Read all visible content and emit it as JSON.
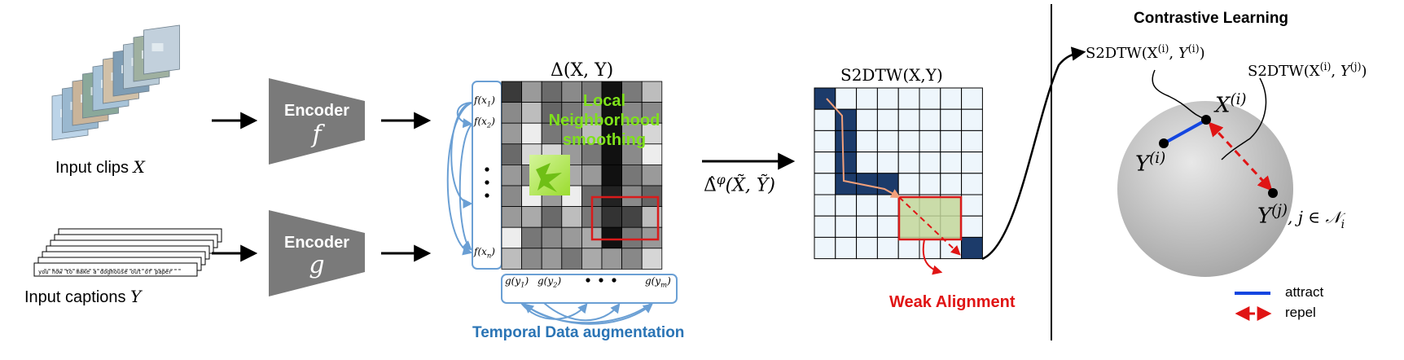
{
  "inputs": {
    "clips_label": "Input clips",
    "clips_symbol": "X",
    "captions_label": "Input captions",
    "captions_symbol": "Y",
    "caption_lines": [
      "you how to make a doghouse out of paper"
    ]
  },
  "encoders": {
    "title": "Encoder",
    "f_symbol": "f",
    "g_symbol": "g"
  },
  "cost_matrix": {
    "title": "Δ(X, Y)",
    "row_labels": {
      "first": "f(x",
      "first_sub": "1",
      "second_sub": "2",
      "last_sub": "n",
      "close": ")"
    },
    "col_labels": {
      "first_sub": "1",
      "second_sub": "2",
      "last_sub": "m",
      "prefix": "g(y"
    },
    "smoothing_text": [
      "Local",
      "Neighborhood",
      "smoothing"
    ],
    "augmentation_label": "Temporal Data augmentation"
  },
  "transform": {
    "label": "Δ̂",
    "sup": "φ",
    "args": "(X̃, Ỹ)"
  },
  "s2dtw_matrix": {
    "title": "S2DTW(X,Y)",
    "weak_alignment_label": "Weak Alignment"
  },
  "contrastive": {
    "title": "Contrastive Learning",
    "pos_pair_label": "S2DTW(X",
    "pos_pair_sup_x": "(i)",
    "pos_pair_sup_y": "(i)",
    "neg_pair_label": "S2DTW(X",
    "neg_pair_sup_x": "(i)",
    "neg_pair_sup_y": "(j)",
    "x_i_sup": "(i)",
    "y_i_sup": "(i)",
    "y_j_sup": "(j)",
    "y_j_condition": ", j ∈ 𝒩",
    "y_j_condition_sub": "i",
    "legend": [
      "attract",
      "repel"
    ]
  },
  "colors": {
    "green_text": "#7fe11b",
    "red_box": "#d91b1b",
    "blue_text": "#2a74b5",
    "weak_alignment": "#e01414",
    "s2dtw_path": "#1c3b6a",
    "s2dtw_cell": "#eef6fc",
    "attract": "#1446e0",
    "repel": "#e01414",
    "encoder": "#7a7a7a",
    "augment_arrow": "#6a9fd4"
  }
}
